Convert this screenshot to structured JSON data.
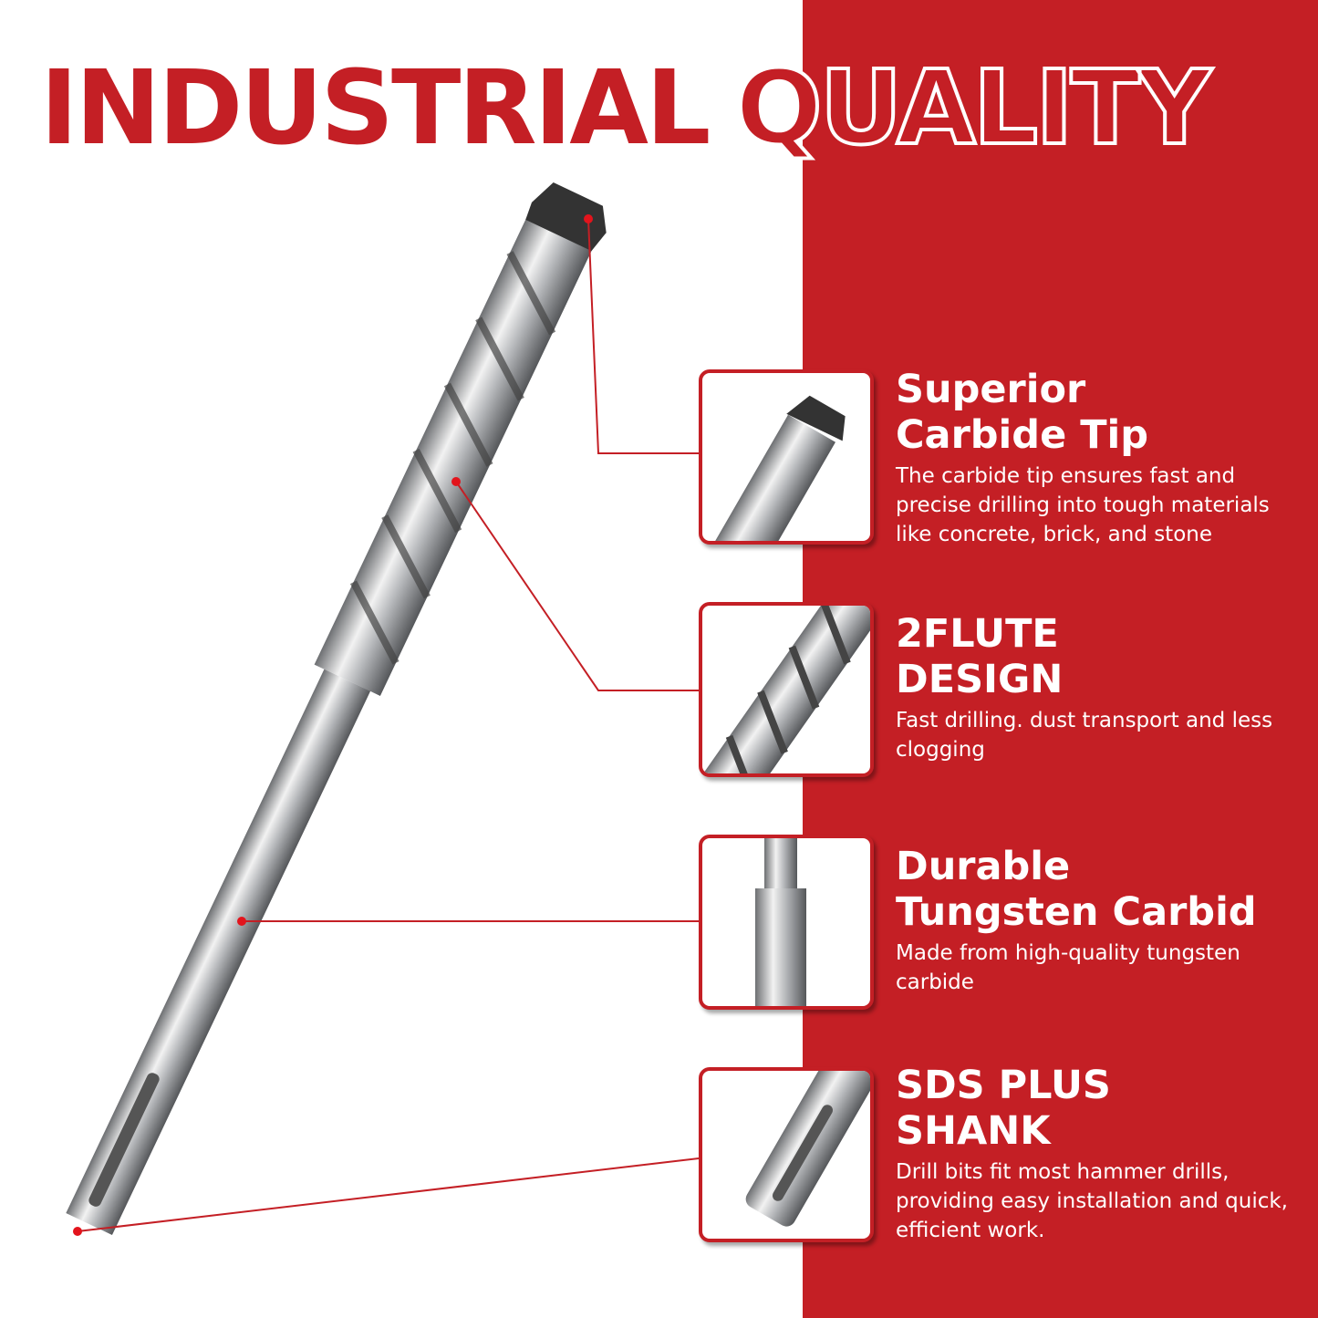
{
  "title": {
    "part1": "INDUSTRIAL",
    "part2": "QUALITY"
  },
  "colors": {
    "brand_red": "#c41f25"
  },
  "features": [
    {
      "line1": "Superior",
      "line2": "Carbide Tip",
      "desc": "The  carbide tip ensures fast and precise drilling into tough materials like concrete, brick, and stone"
    },
    {
      "line1": "2FLUTE",
      "line2": "DESIGN",
      "desc": "Fast drilling. dust transport and less clogging"
    },
    {
      "line1": "Durable",
      "line2": "Tungsten Carbid",
      "desc": "Made from high-quality tungsten carbide"
    },
    {
      "line1": "SDS PLUS",
      "line2": "SHANK",
      "desc": "Drill bits fit most hammer drills, providing easy installation and quick, efficient work."
    }
  ]
}
